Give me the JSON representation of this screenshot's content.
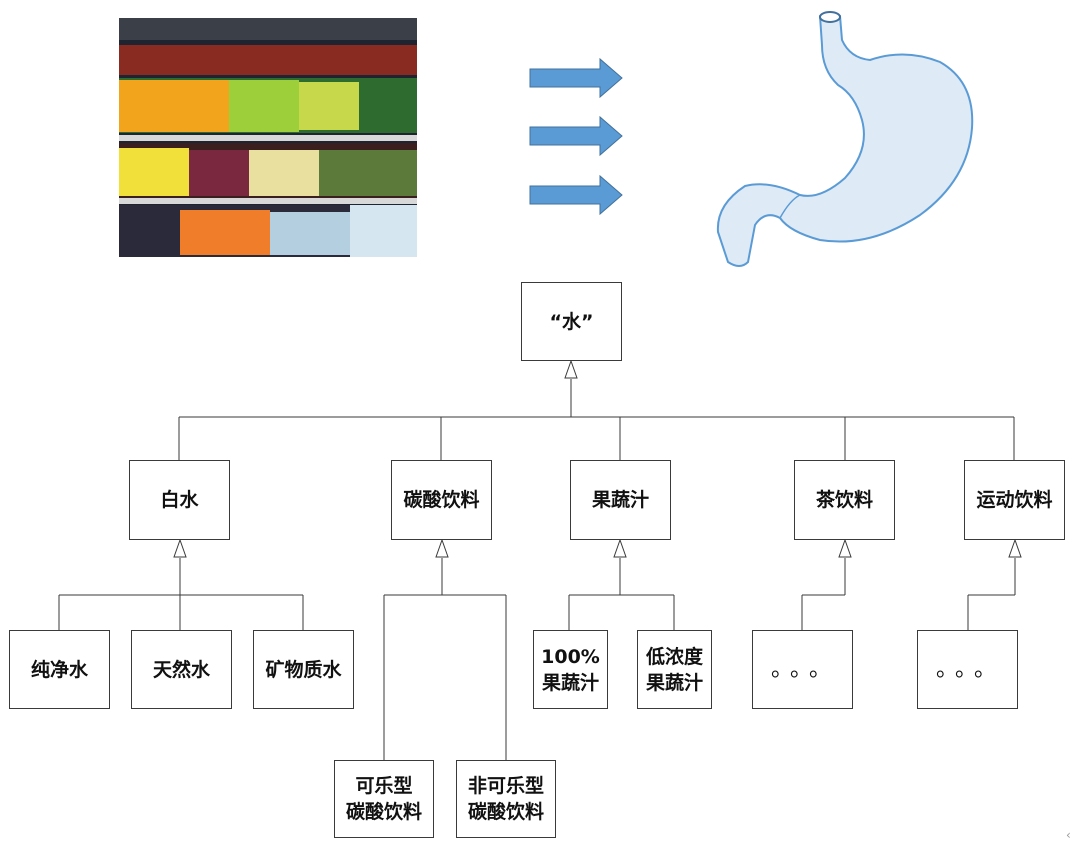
{
  "colors": {
    "line": "#3a3a3a",
    "arrow_fill": "#5b9bd5",
    "arrow_stroke": "#41719c",
    "stomach_fill": "#deebf7",
    "stomach_stroke": "#5b9bd5"
  },
  "images": {
    "shelf_photo": "supermarket-drink-shelf",
    "stomach": "stomach-illustration"
  },
  "flow_arrows": 3,
  "tree": {
    "root": "“水”",
    "categories": [
      {
        "label": "白水",
        "children": [
          "纯净水",
          "天然水",
          "矿物质水"
        ]
      },
      {
        "label": "碳酸饮料",
        "children": [
          "可乐型\n碳酸饮料",
          "非可乐型\n碳酸饮料"
        ]
      },
      {
        "label": "果蔬汁",
        "children": [
          "100%\n果蔬汁",
          "低浓度\n果蔬汁"
        ]
      },
      {
        "label": "茶饮料",
        "children": [
          "。。。"
        ]
      },
      {
        "label": "运动饮料",
        "children": [
          "。。。"
        ]
      }
    ]
  },
  "corner_glyph": "‹"
}
